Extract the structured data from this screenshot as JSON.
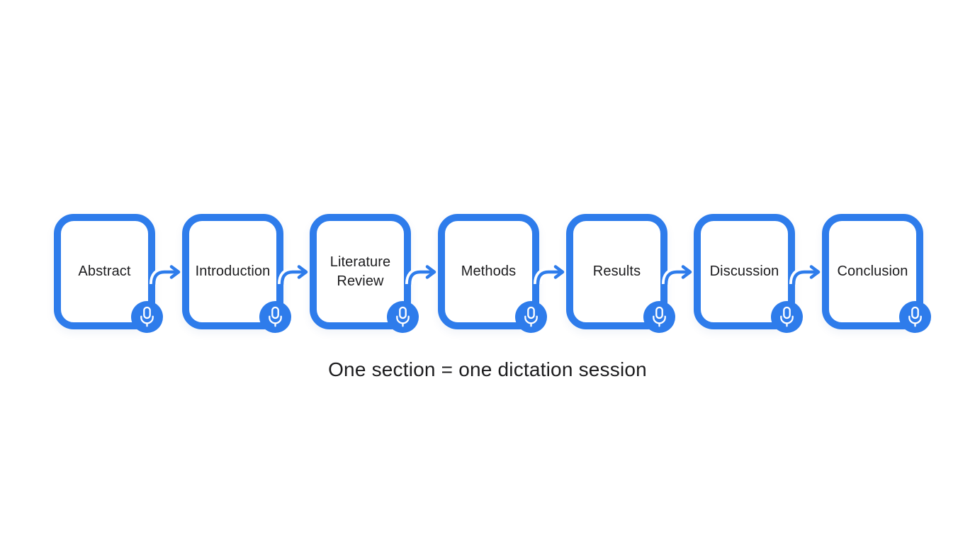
{
  "diagram": {
    "caption": "One section = one dictation session",
    "steps": [
      {
        "label": "Abstract",
        "badge_icon": "microphone-icon"
      },
      {
        "label": "Introduction",
        "badge_icon": "microphone-icon"
      },
      {
        "label": "Literature Review",
        "badge_icon": "microphone-icon"
      },
      {
        "label": "Methods",
        "badge_icon": "microphone-icon"
      },
      {
        "label": "Results",
        "badge_icon": "microphone-icon"
      },
      {
        "label": "Discussion",
        "badge_icon": "microphone-icon"
      },
      {
        "label": "Conclusion",
        "badge_icon": "microphone-icon"
      }
    ],
    "connector_icon": "arrow-right-icon",
    "colors": {
      "accent": "#2e7ceb",
      "text": "#1c1c1e",
      "background": "#ffffff"
    }
  }
}
